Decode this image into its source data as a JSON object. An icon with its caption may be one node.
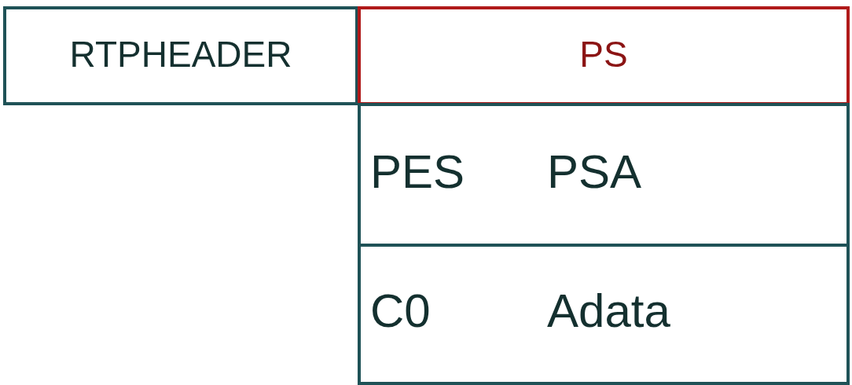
{
  "diagram": {
    "nodes": [
      {
        "text": [
          "RTPHEADER"
        ]
      },
      {
        "text": [
          "PS"
        ]
      },
      {
        "text": [
          "PES",
          "PSA"
        ]
      },
      {
        "text": [
          "C0",
          "Adata"
        ]
      }
    ]
  }
}
